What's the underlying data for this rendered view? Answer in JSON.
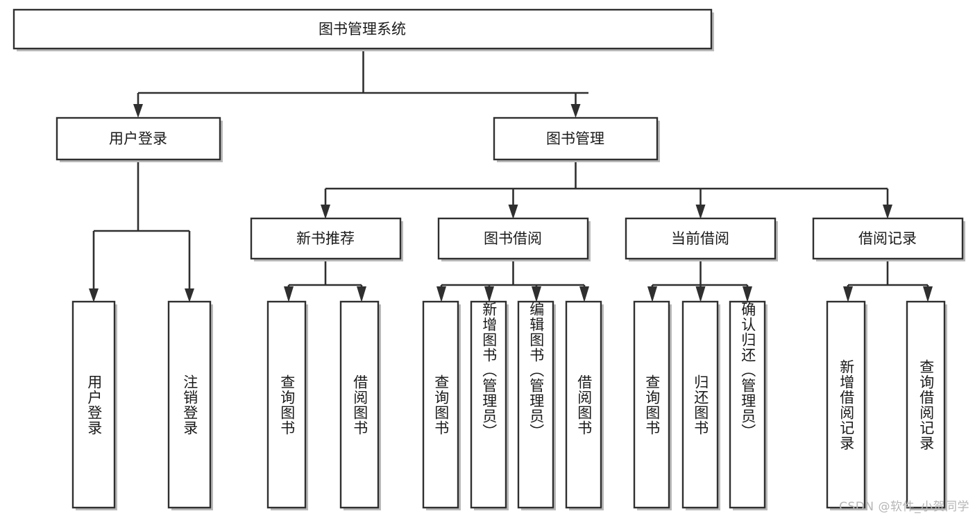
{
  "diagram": {
    "type": "tree-hierarchy",
    "title": "图书管理系统",
    "watermark": "CSDN @软件_小贺同学",
    "colors": {
      "box_stroke": "#2f2f2f",
      "box_fill": "#ffffff",
      "edge": "#2f2f2f",
      "shadow": "#b9b9b9",
      "text": "#1a1a1a",
      "watermark": "#b6b6b6"
    },
    "root": {
      "label": "图书管理系统"
    },
    "level2": [
      {
        "label": "用户登录"
      },
      {
        "label": "图书管理"
      }
    ],
    "level3": [
      {
        "label": "新书推荐"
      },
      {
        "label": "图书借阅"
      },
      {
        "label": "当前借阅"
      },
      {
        "label": "借阅记录"
      }
    ],
    "leaves": {
      "user_login": [
        {
          "label": "用户登录"
        },
        {
          "label": "注销登录"
        }
      ],
      "new_book": [
        {
          "label": "查询图书"
        },
        {
          "label": "借阅图书"
        }
      ],
      "book_borrow": [
        {
          "label": "查询图书"
        },
        {
          "label": "新增图书（管理员）"
        },
        {
          "label": "编辑图书（管理员）"
        },
        {
          "label": "借阅图书"
        }
      ],
      "current_borrow": [
        {
          "label": "查询图书"
        },
        {
          "label": "归还图书"
        },
        {
          "label": "确认归还（管理员）"
        }
      ],
      "borrow_record": [
        {
          "label": "新增借阅记录"
        },
        {
          "label": "查询借阅记录"
        }
      ]
    }
  }
}
